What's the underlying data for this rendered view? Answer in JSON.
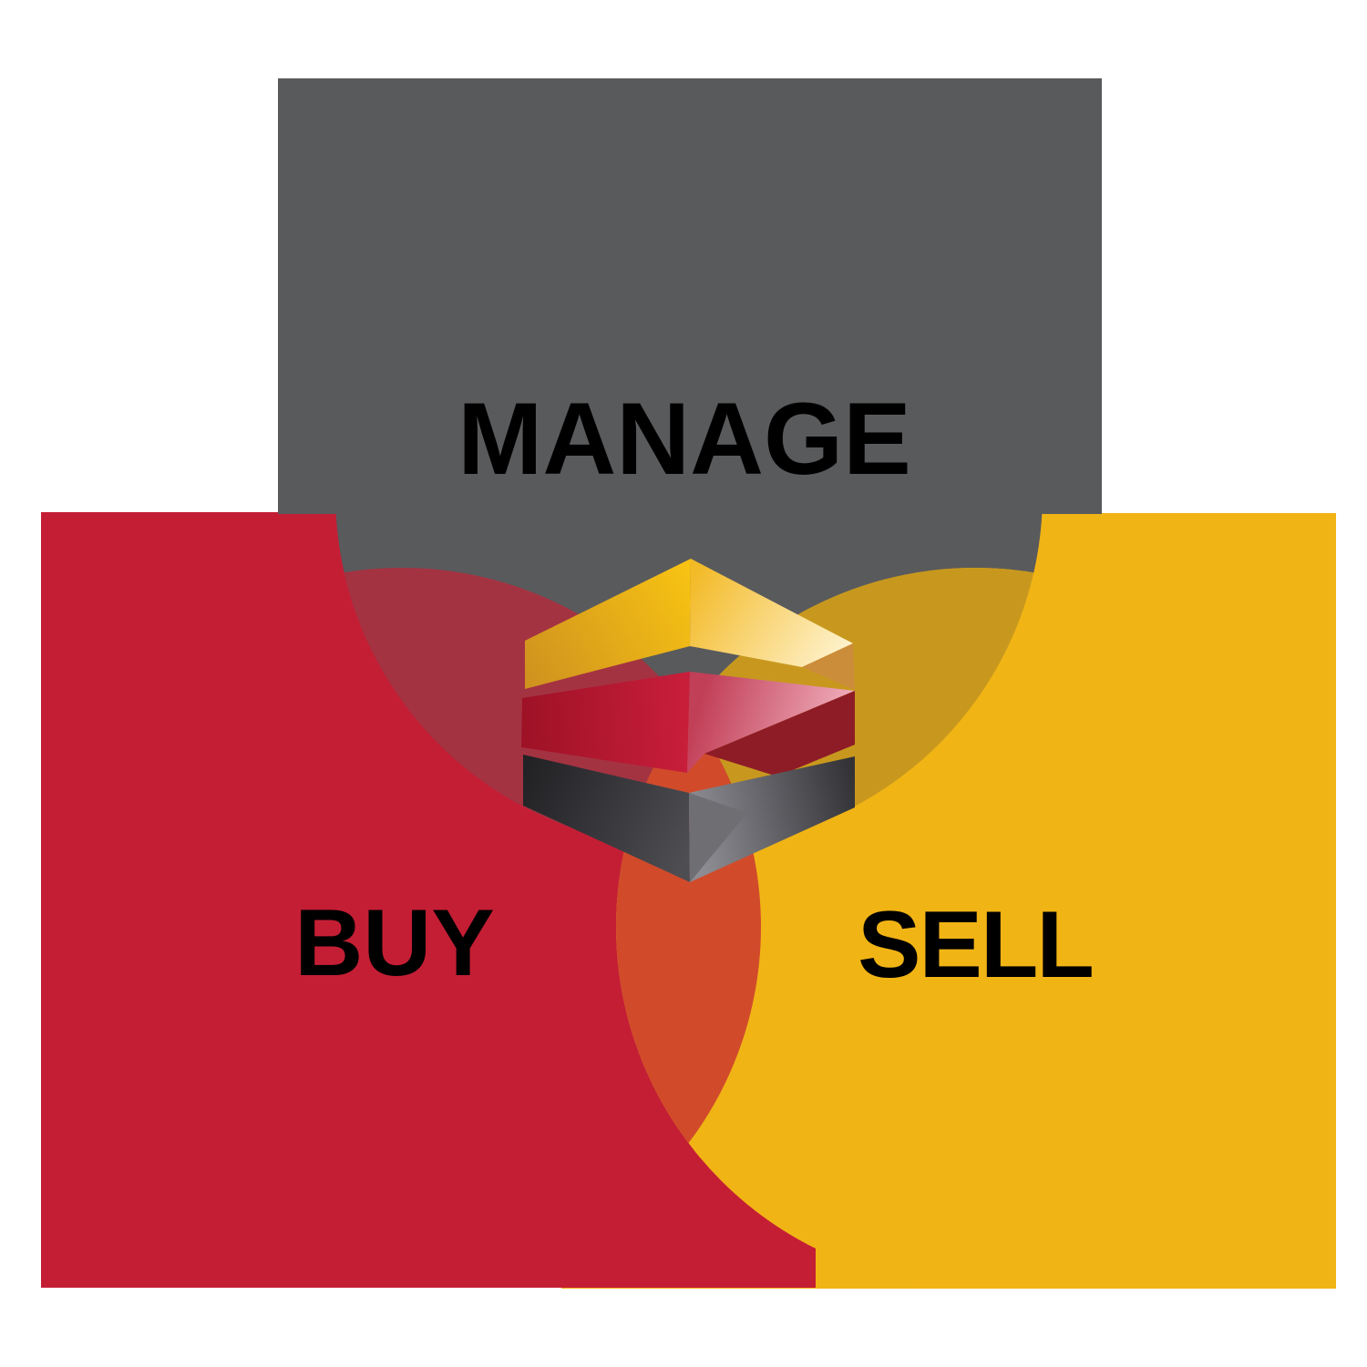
{
  "diagram": {
    "background": "#FFFFFF",
    "label_color": "#000000",
    "regions": [
      {
        "id": "manage",
        "label": "MANAGE",
        "color": "#595A5C"
      },
      {
        "id": "buy",
        "label": "BUY",
        "color": "#C41E35"
      },
      {
        "id": "sell",
        "label": "SELL",
        "color": "#F1B415"
      }
    ],
    "overlaps": {
      "buy_manage": "#A43342",
      "sell_manage": "#C8981E",
      "buy_sell": "#D14B2B"
    },
    "logo": {
      "amber_facet": "#CB8D3A",
      "maroon_facet": "#8E1C26",
      "dark_center_facet": "#6E6E73",
      "yellow_left_start": "#CF921F",
      "yellow_left_end": "#F7C213",
      "yellow_right_start": "#F3BA27",
      "yellow_right_end": "#FFF6D8",
      "red_left_start": "#9E1226",
      "red_left_end": "#C91E3B",
      "red_right_start": "#C23F58",
      "red_right_end": "#F2B4C1",
      "dark_left_start": "#222225",
      "dark_left_end": "#4D4D52",
      "dark_right_start": "#8C8C92",
      "dark_right_end": "#323236"
    }
  }
}
